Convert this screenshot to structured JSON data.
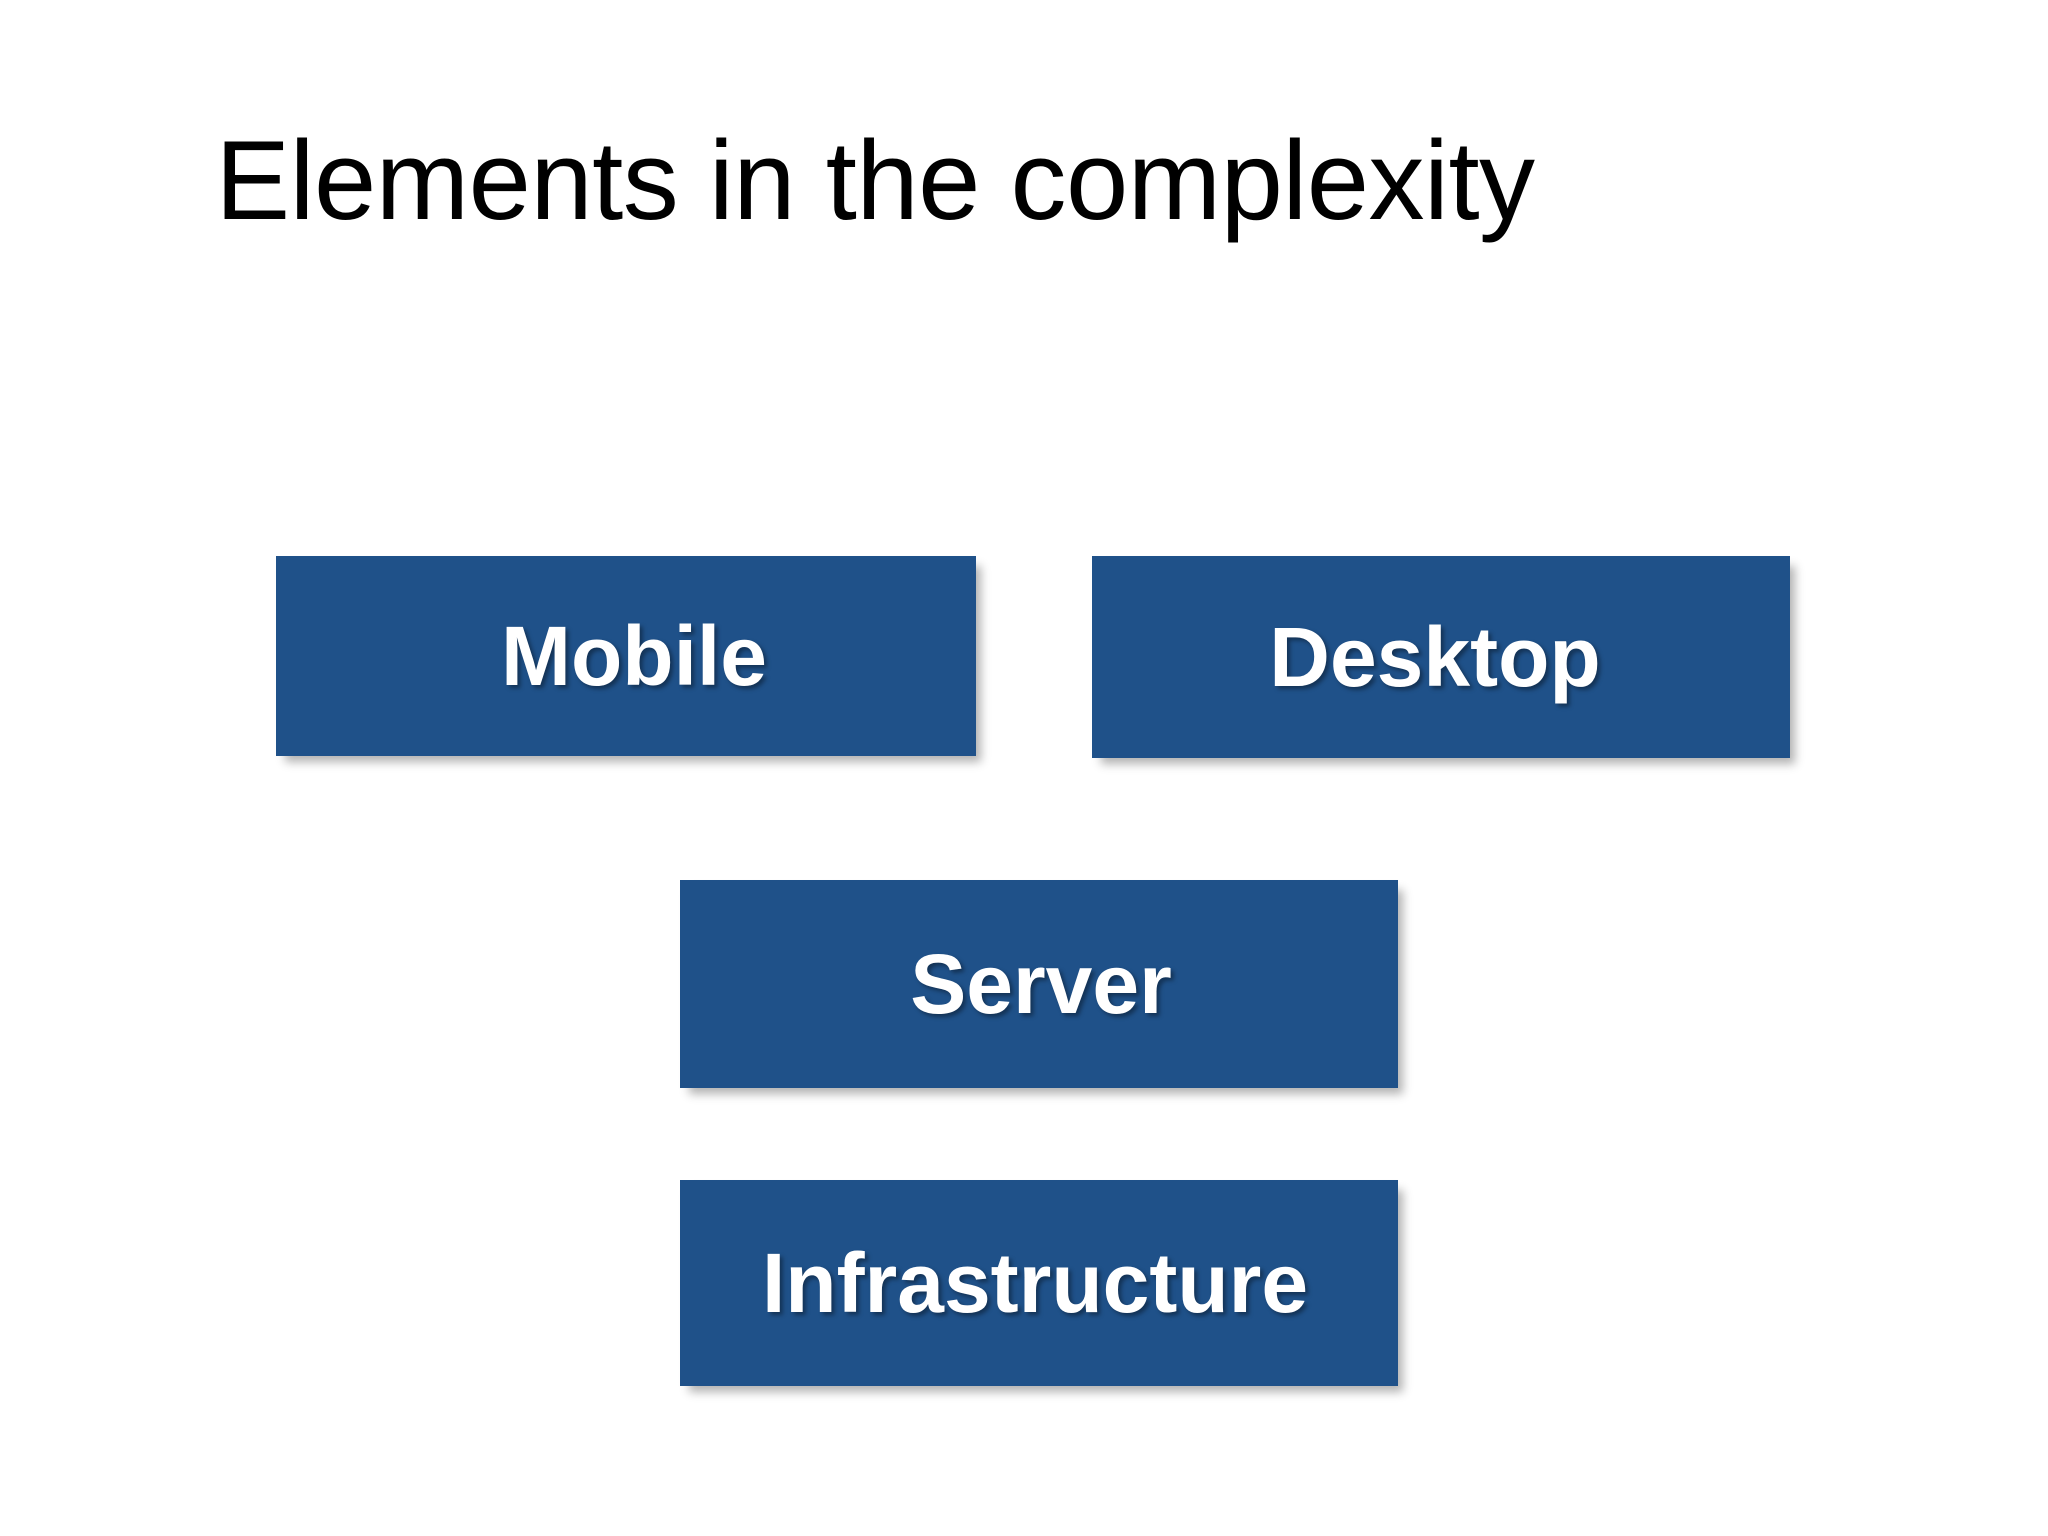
{
  "slide": {
    "title": "Elements in the complexity",
    "background_color": "#ffffff",
    "title_color": "#000000"
  },
  "theme": {
    "box_fill": "#1f5189",
    "box_text_color": "#ffffff"
  },
  "diagram": {
    "type": "stacked-layer-boxes",
    "rows": [
      {
        "row_name": "client-tier",
        "boxes": [
          {
            "id": "mobile",
            "label": "Mobile"
          },
          {
            "id": "desktop",
            "label": "Desktop"
          }
        ]
      },
      {
        "row_name": "server-tier",
        "boxes": [
          {
            "id": "server",
            "label": "Server"
          }
        ]
      },
      {
        "row_name": "infrastructure-tier",
        "boxes": [
          {
            "id": "infrastructure",
            "label": "Infrastructure"
          }
        ]
      }
    ]
  }
}
